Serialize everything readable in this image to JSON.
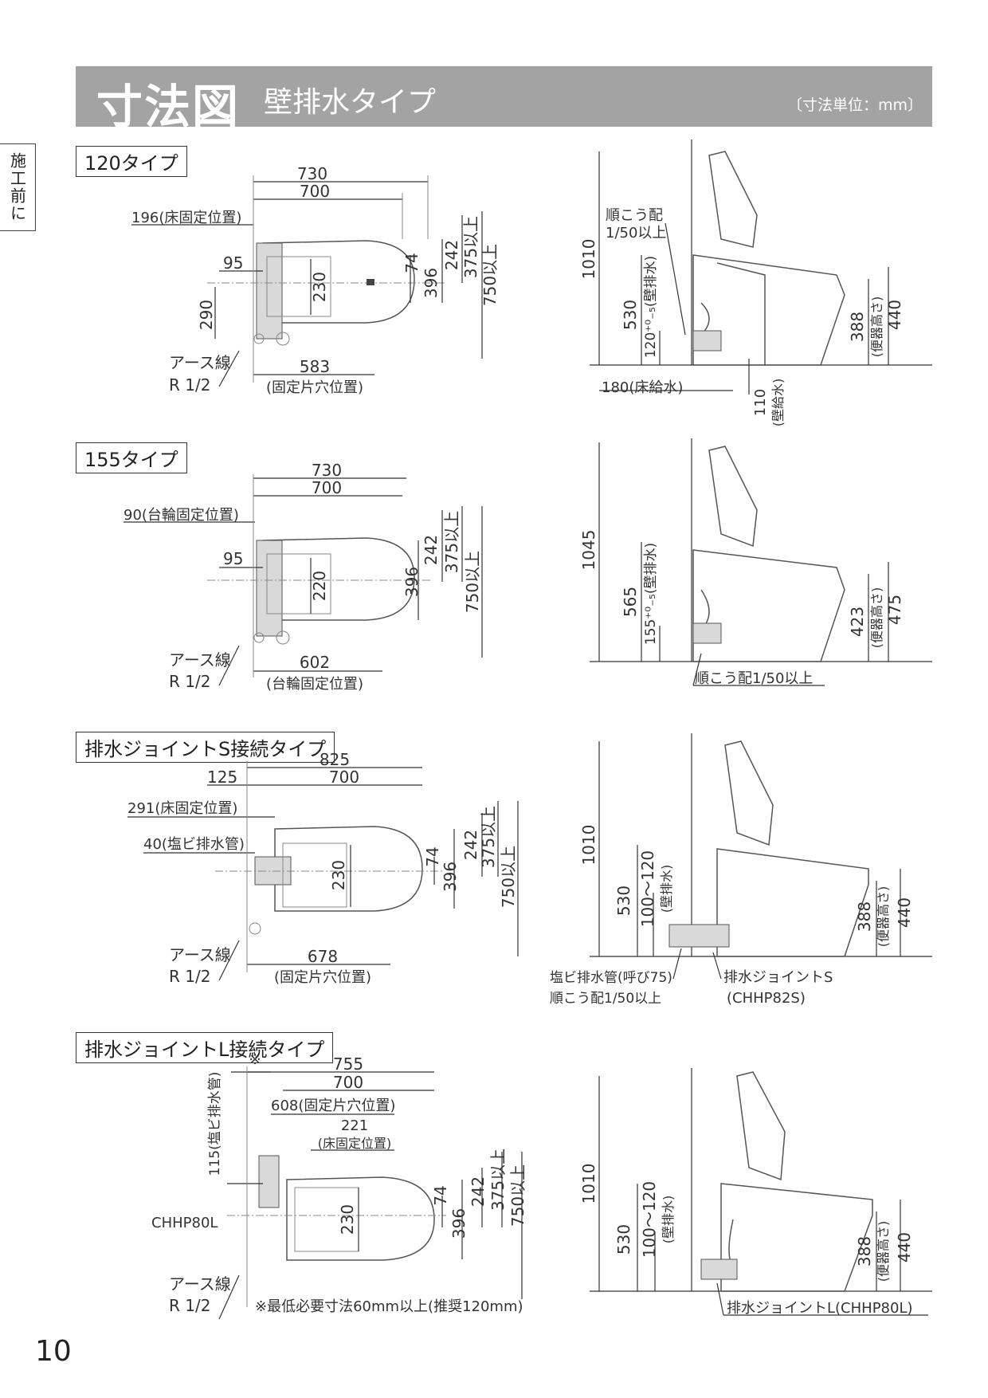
{
  "header": {
    "title": "寸法図",
    "subtitle": "壁排水タイプ",
    "unit": "〔寸法単位：mm〕"
  },
  "side_tab": "施工前に",
  "page_number": "10",
  "sections": [
    {
      "title": "120タイプ",
      "top": {
        "d730": "730",
        "d700": "700",
        "d196": "196(床固定位置)",
        "d95": "95",
        "d290": "290",
        "d230": "230",
        "d74": "74",
        "d396": "396",
        "d242": "242",
        "d375": "375以上",
        "d750": "750以上",
        "earth": "アース線",
        "r12": "R 1/2",
        "d583": "583",
        "fix": "(固定片穴位置)"
      },
      "side": {
        "slope": "順こう配",
        "slope2": "1/50以上",
        "d1010": "1010",
        "d530": "530",
        "d120": "120⁺⁰₋₅(壁排水)",
        "d388": "388",
        "bh": "(便器高さ)",
        "d440": "440",
        "d180": "180(床給水)",
        "d110": "110",
        "wall": "(壁給水)"
      }
    },
    {
      "title": "155タイプ",
      "top": {
        "d730": "730",
        "d700": "700",
        "d90": "90(台輪固定位置)",
        "d95": "95",
        "d220": "220",
        "d396": "396",
        "d242": "242",
        "d375": "375以上",
        "d750": "750以上",
        "earth": "アース線",
        "r12": "R 1/2",
        "d602": "602",
        "fix": "(台輪固定位置)"
      },
      "side": {
        "d1045": "1045",
        "d565": "565",
        "d155": "155⁺⁰₋₅(壁排水)",
        "d423": "423",
        "bh": "(便器高さ)",
        "d475": "475",
        "slope": "順こう配1/50以上"
      }
    },
    {
      "title": "排水ジョイントS接続タイプ",
      "top": {
        "d825": "825",
        "d125": "125",
        "d700": "700",
        "d291": "291(床固定位置)",
        "d40": "40(塩ビ排水管)",
        "d230": "230",
        "d74": "74",
        "d396": "396",
        "d242": "242",
        "d375": "375以上",
        "d750": "750以上",
        "earth": "アース線",
        "r12": "R 1/2",
        "d678": "678",
        "fix": "(固定片穴位置)"
      },
      "side": {
        "d1010": "1010",
        "d530": "530",
        "d100": "100～120",
        "wd": "(壁排水)",
        "d388": "388",
        "bh": "(便器高さ)",
        "d440": "440",
        "pipe": "塩ビ排水管(呼び75)",
        "slope": "順こう配1/50以上",
        "joint": "排水ジョイントS",
        "jcode": "(CHHP82S)"
      }
    },
    {
      "title": "排水ジョイントL接続タイプ",
      "top": {
        "note_mark": "※",
        "d755": "755",
        "d700": "700",
        "d608": "608(固定片穴位置)",
        "d221": "221",
        "floor": "(床固定位置)",
        "d115": "115(塩ビ排水管)",
        "code": "CHHP80L",
        "d230": "230",
        "d74": "74",
        "d396": "396",
        "d242": "242",
        "d375": "375以上",
        "d750": "750以上",
        "earth": "アース線",
        "r12": "R 1/2",
        "note": "※最低必要寸法60mm以上(推奨120mm)"
      },
      "side": {
        "d1010": "1010",
        "d530": "530",
        "d100": "100～120",
        "wd": "(壁排水)",
        "d388": "388",
        "bh": "(便器高さ)",
        "d440": "440",
        "joint": "排水ジョイントL(CHHP80L)"
      }
    }
  ]
}
